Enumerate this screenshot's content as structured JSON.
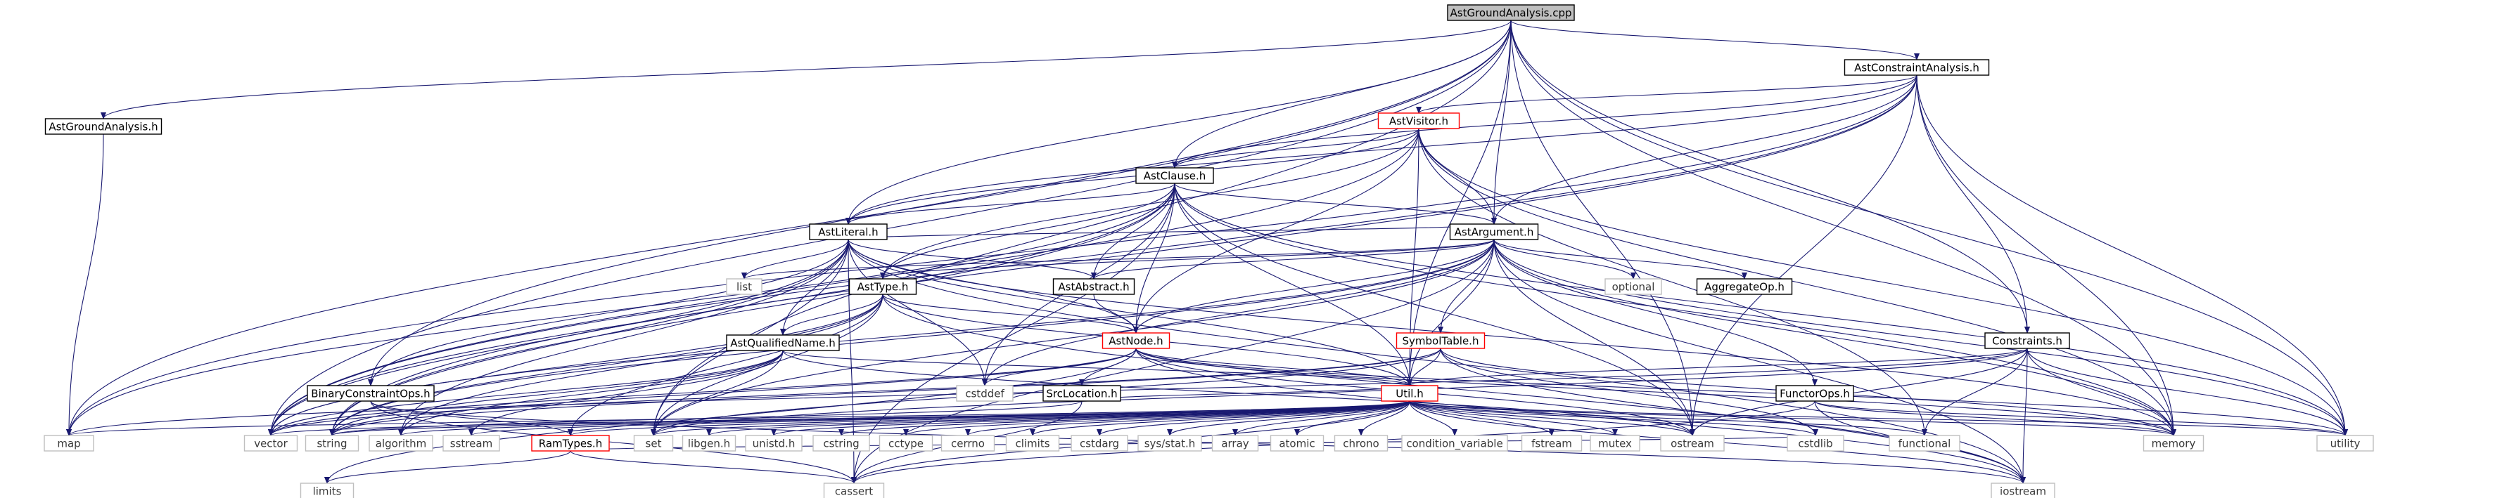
{
  "graph": {
    "colors": {
      "edge": "#191970",
      "root_fill": "#bfbfbf",
      "root_border": "#000000",
      "linked_border": "#000000",
      "highlight_border": "#ff0000",
      "system_border": "#bfbfbf",
      "system_text": "#3a3a3a",
      "text": "#000000"
    },
    "nodes": [
      {
        "id": "root",
        "label": "AstGroundAnalysis.cpp",
        "kind": "root"
      },
      {
        "id": "aga_h",
        "label": "AstGroundAnalysis.h",
        "kind": "linked"
      },
      {
        "id": "aca_h",
        "label": "AstConstraintAnalysis.h",
        "kind": "linked"
      },
      {
        "id": "astvisitor",
        "label": "AstVisitor.h",
        "kind": "highlight"
      },
      {
        "id": "astclause",
        "label": "AstClause.h",
        "kind": "linked"
      },
      {
        "id": "astliteral",
        "label": "AstLiteral.h",
        "kind": "linked"
      },
      {
        "id": "astargument",
        "label": "AstArgument.h",
        "kind": "linked"
      },
      {
        "id": "asttype",
        "label": "AstType.h",
        "kind": "linked"
      },
      {
        "id": "astabstract",
        "label": "AstAbstract.h",
        "kind": "linked"
      },
      {
        "id": "astnode",
        "label": "AstNode.h",
        "kind": "highlight"
      },
      {
        "id": "astqname",
        "label": "AstQualifiedName.h",
        "kind": "linked"
      },
      {
        "id": "symboltable",
        "label": "SymbolTable.h",
        "kind": "highlight"
      },
      {
        "id": "constraints",
        "label": "Constraints.h",
        "kind": "linked"
      },
      {
        "id": "binconst",
        "label": "BinaryConstraintOps.h",
        "kind": "linked"
      },
      {
        "id": "srcloc",
        "label": "SrcLocation.h",
        "kind": "linked"
      },
      {
        "id": "util",
        "label": "Util.h",
        "kind": "highlight"
      },
      {
        "id": "functorops",
        "label": "FunctorOps.h",
        "kind": "linked"
      },
      {
        "id": "ramtypes",
        "label": "RamTypes.h",
        "kind": "highlight"
      },
      {
        "id": "aggop",
        "label": "AggregateOp.h",
        "kind": "linked"
      },
      {
        "id": "list",
        "label": "list",
        "kind": "system"
      },
      {
        "id": "optional",
        "label": "optional",
        "kind": "system"
      },
      {
        "id": "cstddef",
        "label": "cstddef",
        "kind": "system"
      },
      {
        "id": "map",
        "label": "map",
        "kind": "system"
      },
      {
        "id": "vector",
        "label": "vector",
        "kind": "system"
      },
      {
        "id": "string",
        "label": "string",
        "kind": "system"
      },
      {
        "id": "algorithm",
        "label": "algorithm",
        "kind": "system"
      },
      {
        "id": "sstream",
        "label": "sstream",
        "kind": "system"
      },
      {
        "id": "set",
        "label": "set",
        "kind": "system"
      },
      {
        "id": "libgen",
        "label": "libgen.h",
        "kind": "system"
      },
      {
        "id": "unistd",
        "label": "unistd.h",
        "kind": "system"
      },
      {
        "id": "cstring",
        "label": "cstring",
        "kind": "system"
      },
      {
        "id": "cctype",
        "label": "cctype",
        "kind": "system"
      },
      {
        "id": "cerrno",
        "label": "cerrno",
        "kind": "system"
      },
      {
        "id": "climits",
        "label": "climits",
        "kind": "system"
      },
      {
        "id": "cstdarg",
        "label": "cstdarg",
        "kind": "system"
      },
      {
        "id": "sysstat",
        "label": "sys/stat.h",
        "kind": "system"
      },
      {
        "id": "array",
        "label": "array",
        "kind": "system"
      },
      {
        "id": "atomic",
        "label": "atomic",
        "kind": "system"
      },
      {
        "id": "chrono",
        "label": "chrono",
        "kind": "system"
      },
      {
        "id": "condvar",
        "label": "condition_variable",
        "kind": "system"
      },
      {
        "id": "fstream",
        "label": "fstream",
        "kind": "system"
      },
      {
        "id": "mutex",
        "label": "mutex",
        "kind": "system"
      },
      {
        "id": "ostream",
        "label": "ostream",
        "kind": "system"
      },
      {
        "id": "cstdlib",
        "label": "cstdlib",
        "kind": "system"
      },
      {
        "id": "functional",
        "label": "functional",
        "kind": "system"
      },
      {
        "id": "memory",
        "label": "memory",
        "kind": "system"
      },
      {
        "id": "utility",
        "label": "utility",
        "kind": "system"
      },
      {
        "id": "limits",
        "label": "limits",
        "kind": "system"
      },
      {
        "id": "cassert",
        "label": "cassert",
        "kind": "system"
      },
      {
        "id": "iostream",
        "label": "iostream",
        "kind": "system"
      }
    ],
    "edges": [
      [
        "root",
        "aga_h"
      ],
      [
        "root",
        "aca_h"
      ],
      [
        "root",
        "astclause"
      ],
      [
        "root",
        "astliteral"
      ],
      [
        "root",
        "astargument"
      ],
      [
        "root",
        "util"
      ],
      [
        "root",
        "binconst"
      ],
      [
        "root",
        "constraints"
      ],
      [
        "root",
        "map"
      ],
      [
        "root",
        "vector"
      ],
      [
        "root",
        "memory"
      ],
      [
        "root",
        "utility"
      ],
      [
        "root",
        "set"
      ],
      [
        "root",
        "ostream"
      ],
      [
        "aga_h",
        "map"
      ],
      [
        "aca_h",
        "astvisitor"
      ],
      [
        "aca_h",
        "astclause"
      ],
      [
        "aca_h",
        "astargument"
      ],
      [
        "aca_h",
        "astliteral"
      ],
      [
        "aca_h",
        "constraints"
      ],
      [
        "aca_h",
        "ostream"
      ],
      [
        "aca_h",
        "memory"
      ],
      [
        "aca_h",
        "utility"
      ],
      [
        "aca_h",
        "map"
      ],
      [
        "aca_h",
        "string"
      ],
      [
        "aca_h",
        "vector"
      ],
      [
        "astvisitor",
        "astclause"
      ],
      [
        "astvisitor",
        "astargument"
      ],
      [
        "astvisitor",
        "astliteral"
      ],
      [
        "astvisitor",
        "astnode"
      ],
      [
        "astvisitor",
        "asttype"
      ],
      [
        "astvisitor",
        "functional"
      ],
      [
        "astvisitor",
        "memory"
      ],
      [
        "astvisitor",
        "utility"
      ],
      [
        "astvisitor",
        "vector"
      ],
      [
        "astvisitor",
        "util"
      ],
      [
        "astclause",
        "astliteral"
      ],
      [
        "astclause",
        "astargument"
      ],
      [
        "astclause",
        "astabstract"
      ],
      [
        "astclause",
        "astnode"
      ],
      [
        "astclause",
        "util"
      ],
      [
        "astclause",
        "ostream"
      ],
      [
        "astclause",
        "memory"
      ],
      [
        "astclause",
        "utility"
      ],
      [
        "astclause",
        "vector"
      ],
      [
        "astclause",
        "string"
      ],
      [
        "astclause",
        "map"
      ],
      [
        "astclause",
        "cassert"
      ],
      [
        "astclause",
        "cstddef"
      ],
      [
        "astclause",
        "asttype"
      ],
      [
        "astliteral",
        "astabstract"
      ],
      [
        "astliteral",
        "astargument"
      ],
      [
        "astliteral",
        "astnode"
      ],
      [
        "astliteral",
        "astqname"
      ],
      [
        "astliteral",
        "binconst"
      ],
      [
        "astliteral",
        "util"
      ],
      [
        "astliteral",
        "list"
      ],
      [
        "astliteral",
        "iostream"
      ],
      [
        "astliteral",
        "memory"
      ],
      [
        "astliteral",
        "string"
      ],
      [
        "astliteral",
        "vector"
      ],
      [
        "astliteral",
        "algorithm"
      ],
      [
        "astliteral",
        "set"
      ],
      [
        "astliteral",
        "cassert"
      ],
      [
        "astliteral",
        "cstddef"
      ],
      [
        "astargument",
        "astabstract"
      ],
      [
        "astargument",
        "astnode"
      ],
      [
        "astargument",
        "asttype"
      ],
      [
        "astargument",
        "aggop"
      ],
      [
        "astargument",
        "functorops"
      ],
      [
        "astargument",
        "symboltable"
      ],
      [
        "astargument",
        "util"
      ],
      [
        "astargument",
        "optional"
      ],
      [
        "astargument",
        "cstddef"
      ],
      [
        "astargument",
        "memory"
      ],
      [
        "astargument",
        "utility"
      ],
      [
        "astargument",
        "vector"
      ],
      [
        "astargument",
        "string"
      ],
      [
        "astargument",
        "ostream"
      ],
      [
        "astargument",
        "cassert"
      ],
      [
        "astargument",
        "iostream"
      ],
      [
        "astargument",
        "set"
      ],
      [
        "astargument",
        "list"
      ],
      [
        "asttype",
        "astnode"
      ],
      [
        "asttype",
        "astqname"
      ],
      [
        "asttype",
        "ramtypes"
      ],
      [
        "asttype",
        "util"
      ],
      [
        "asttype",
        "set"
      ],
      [
        "asttype",
        "string"
      ],
      [
        "asttype",
        "vector"
      ],
      [
        "asttype",
        "iostream"
      ],
      [
        "asttype",
        "algorithm"
      ],
      [
        "astabstract",
        "astnode"
      ],
      [
        "astnode",
        "srcloc"
      ],
      [
        "astnode",
        "util"
      ],
      [
        "astnode",
        "cstddef"
      ],
      [
        "astnode",
        "memory"
      ],
      [
        "astnode",
        "utility"
      ],
      [
        "astnode",
        "vector"
      ],
      [
        "astnode",
        "string"
      ],
      [
        "astnode",
        "ostream"
      ],
      [
        "astnode",
        "limits"
      ],
      [
        "astnode",
        "iostream"
      ],
      [
        "astqname",
        "util"
      ],
      [
        "astqname",
        "string"
      ],
      [
        "astqname",
        "vector"
      ],
      [
        "astqname",
        "algorithm"
      ],
      [
        "astqname",
        "ostream"
      ],
      [
        "astqname",
        "sstream"
      ],
      [
        "astqname",
        "set"
      ],
      [
        "symboltable",
        "util"
      ],
      [
        "symboltable",
        "iostream"
      ],
      [
        "symboltable",
        "string"
      ],
      [
        "symboltable",
        "unordered_map_dummy"
      ],
      [
        "symboltable",
        "vector"
      ],
      [
        "symboltable",
        "cstdlib"
      ],
      [
        "symboltable",
        "memory"
      ],
      [
        "symboltable",
        "set"
      ],
      [
        "constraints",
        "util"
      ],
      [
        "constraints",
        "iostream"
      ],
      [
        "constraints",
        "map"
      ],
      [
        "constraints",
        "memory"
      ],
      [
        "constraints",
        "set"
      ],
      [
        "constraints",
        "utility"
      ],
      [
        "constraints",
        "ostream"
      ],
      [
        "constraints",
        "functional"
      ],
      [
        "binconst",
        "ramtypes"
      ],
      [
        "binconst",
        "cassert"
      ],
      [
        "binconst",
        "iostream"
      ],
      [
        "srcloc",
        "util"
      ],
      [
        "srcloc",
        "string"
      ],
      [
        "srcloc",
        "cassert"
      ],
      [
        "util",
        "vector"
      ],
      [
        "util",
        "string"
      ],
      [
        "util",
        "algorithm"
      ],
      [
        "util",
        "sstream"
      ],
      [
        "util",
        "set"
      ],
      [
        "util",
        "libgen"
      ],
      [
        "util",
        "unistd"
      ],
      [
        "util",
        "cstring"
      ],
      [
        "util",
        "cctype"
      ],
      [
        "util",
        "cerrno"
      ],
      [
        "util",
        "climits"
      ],
      [
        "util",
        "cstdarg"
      ],
      [
        "util",
        "sysstat"
      ],
      [
        "util",
        "array"
      ],
      [
        "util",
        "atomic"
      ],
      [
        "util",
        "chrono"
      ],
      [
        "util",
        "condvar"
      ],
      [
        "util",
        "fstream"
      ],
      [
        "util",
        "mutex"
      ],
      [
        "util",
        "ostream"
      ],
      [
        "util",
        "cstdlib"
      ],
      [
        "util",
        "functional"
      ],
      [
        "util",
        "memory"
      ],
      [
        "util",
        "utility"
      ],
      [
        "util",
        "iostream"
      ],
      [
        "util",
        "map"
      ],
      [
        "util",
        "ramtypes"
      ],
      [
        "util",
        "cassert"
      ],
      [
        "functorops",
        "memory"
      ],
      [
        "functorops",
        "cassert"
      ],
      [
        "functorops",
        "iostream"
      ],
      [
        "functorops",
        "utility"
      ],
      [
        "ramtypes",
        "limits"
      ],
      [
        "ramtypes",
        "cassert"
      ],
      [
        "ramtypes",
        "cstdlib"
      ]
    ]
  }
}
